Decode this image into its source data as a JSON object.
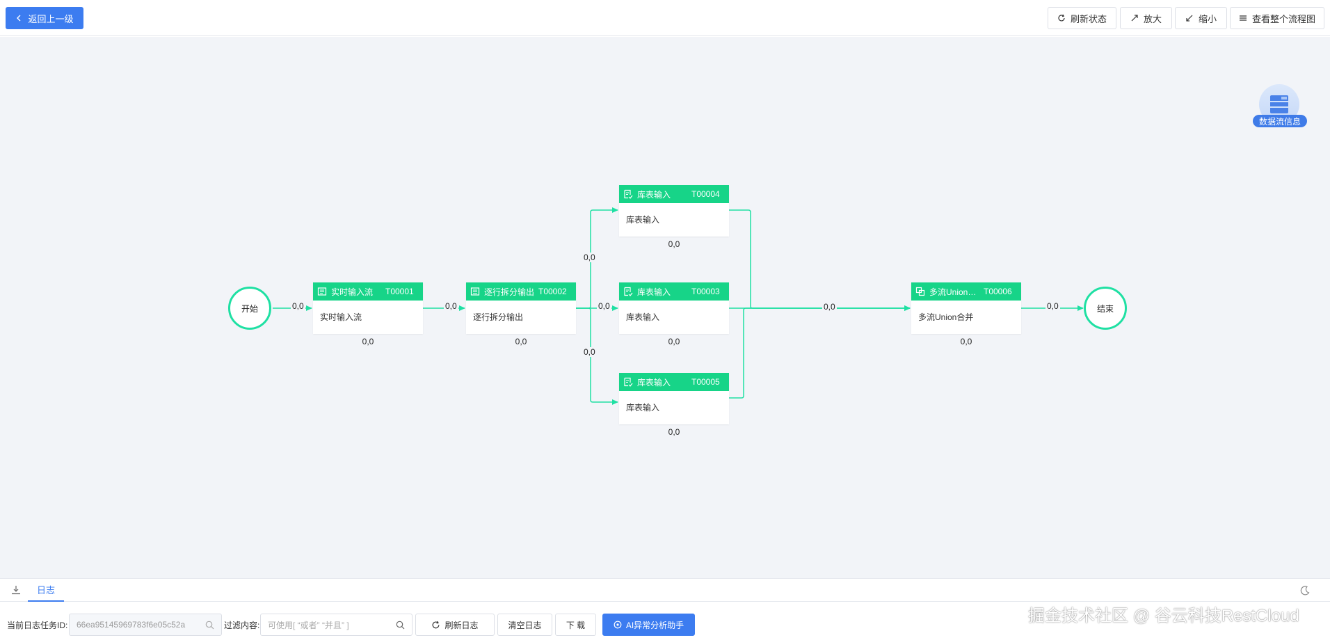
{
  "toolbar": {
    "back_label": "返回上一级",
    "refresh_status_label": "刷新状态",
    "zoom_in_label": "放大",
    "zoom_out_label": "缩小",
    "view_all_label": "查看整个流程图"
  },
  "flow": {
    "start_label": "开始",
    "end_label": "结束",
    "nodes": [
      {
        "name": "实时输入流",
        "code": "T00001",
        "body": "实时输入流",
        "counter": "0,0"
      },
      {
        "name": "逐行拆分输出",
        "code": "T00002",
        "body": "逐行拆分输出",
        "counter": "0,0"
      },
      {
        "name": "库表输入",
        "code": "T00004",
        "body": "库表输入",
        "counter": "0,0"
      },
      {
        "name": "库表输入",
        "code": "T00003",
        "body": "库表输入",
        "counter": "0,0"
      },
      {
        "name": "库表输入",
        "code": "T00005",
        "body": "库表输入",
        "counter": "0,0"
      },
      {
        "name": "多流Union合并",
        "code": "T00006",
        "body": "多流Union合并",
        "counter": "0,0"
      }
    ],
    "edge_labels": [
      "0,0",
      "0,0",
      "0,0",
      "0,0",
      "0,0",
      "0,0",
      "0,0"
    ],
    "edge_color": "#1fe0a3",
    "header_color": "#17d488"
  },
  "info_widget": {
    "label": "数据流信息",
    "icon": "database-icon"
  },
  "log_panel": {
    "tab_label": "日志",
    "task_id_label": "当前日志任务ID:",
    "task_id_value": "66ea95145969783f6e05c52a",
    "filter_label": "过滤内容:",
    "filter_placeholder": "可使用[ “或者” “并且” ]",
    "refresh_label": "刷新日志",
    "clear_label": "清空日志",
    "download_label": "下 载",
    "ai_label": "AI异常分析助手"
  },
  "watermark": "掘金技术社区 @ 谷云科技RestCloud",
  "accent_color": "#3c7cf0"
}
